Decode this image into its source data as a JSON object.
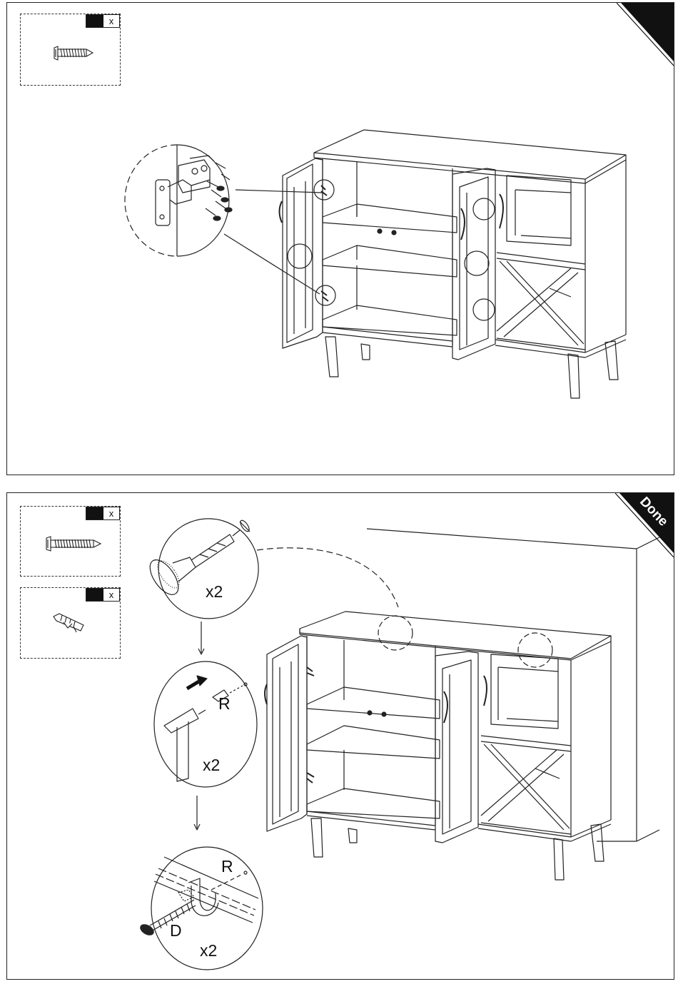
{
  "steps": [
    {
      "parts": [
        {
          "icon": "flat-head-screw-icon",
          "qty_symbol": "x",
          "qty": ""
        }
      ]
    },
    {
      "badge": "Done",
      "parts": [
        {
          "icon": "long-wood-screw-icon",
          "qty_symbol": "x",
          "qty": ""
        },
        {
          "icon": "wall-anchor-icon",
          "qty_symbol": "x",
          "qty": ""
        }
      ],
      "callouts": {
        "drill_count": "x2",
        "anchor_count": "x2",
        "anchor_letter": "R",
        "bracket_anchor_letter": "R",
        "screw_letter": "D",
        "screw_count": "x2"
      }
    }
  ],
  "colors": {
    "line": "#222222",
    "fill": "#ffffff",
    "badge": "#111111"
  }
}
